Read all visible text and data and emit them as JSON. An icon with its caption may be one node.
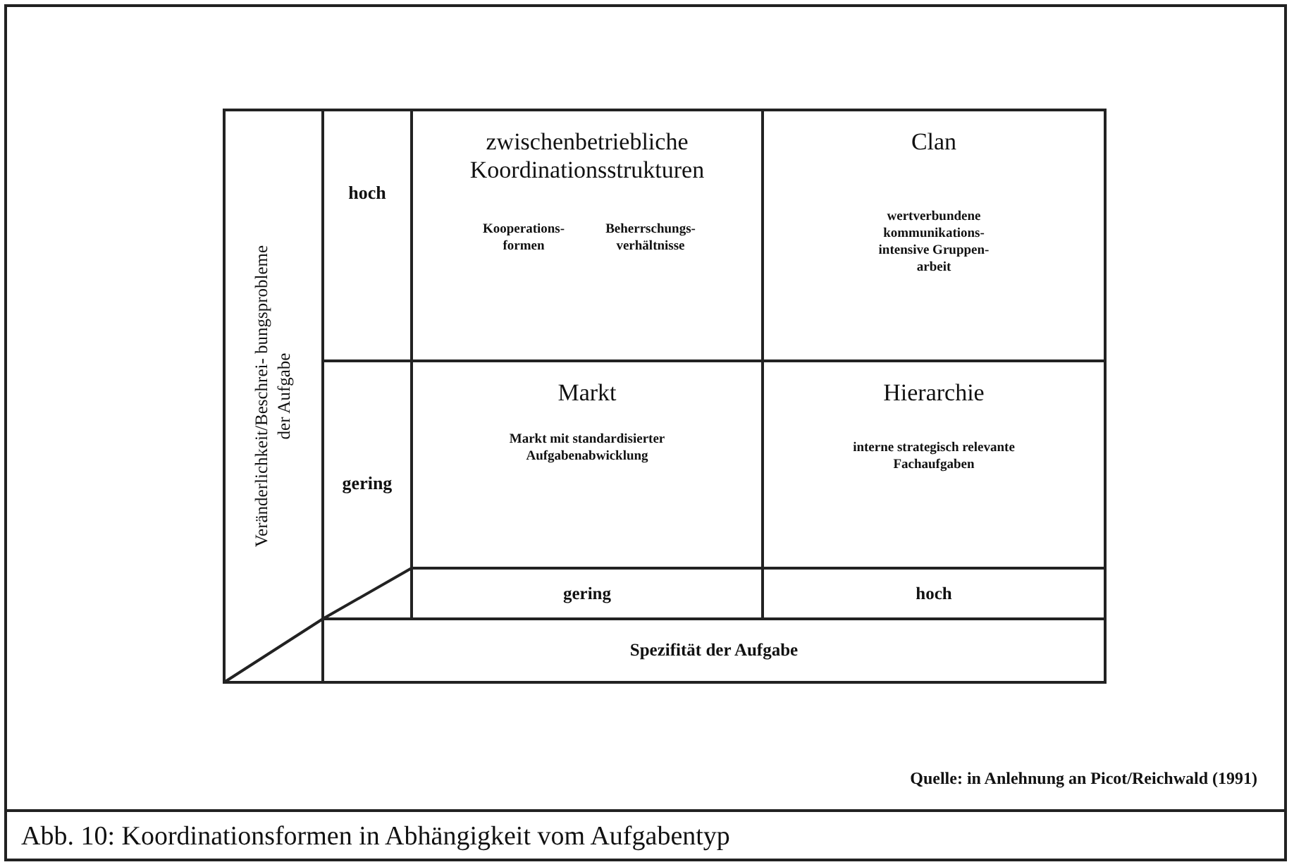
{
  "diagram": {
    "caption": "Abb. 10: Koordinationsformen in Abhängigkeit vom Aufgabentyp",
    "nodes": [
      {
        "text": [
          "Veränderlichkeit/Beschrei- bungsprobleme der Aufgabe"
        ]
      },
      {
        "text": [
          "hoch"
        ]
      },
      {
        "text": [
          "gering"
        ]
      },
      {
        "text": [
          "zwischenbetriebliche Koordinationsstrukturen",
          "Kooperations- formen",
          "Beherrschungs- verhältnisse"
        ]
      },
      {
        "text": [
          "Clan",
          "wertverbundene kommunikations- intensive Gruppen- arbeit"
        ]
      },
      {
        "text": [
          "Markt",
          "Markt mit standardisierter Aufgabenabwicklung"
        ]
      },
      {
        "text": [
          "Hierarchie",
          "interne strategisch relevante Fachaufgaben"
        ]
      },
      {
        "text": [
          "gering"
        ]
      },
      {
        "text": [
          "hoch"
        ]
      },
      {
        "text": [
          "Spezifität der Aufgabe"
        ]
      }
    ],
    "labels": [
      "Quelle: in Anlehnung an Picot/Reichwald (1991)"
    ]
  }
}
